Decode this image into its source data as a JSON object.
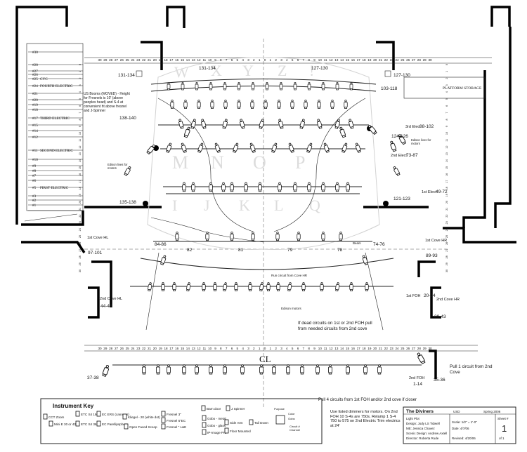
{
  "left_electrics": [
    {
      "ref": "#30",
      "label": ""
    },
    {
      "ref": "#28",
      "label": ""
    },
    {
      "ref": "#27",
      "label": ""
    },
    {
      "ref": "#26",
      "label": ""
    },
    {
      "ref": "#25",
      "label": "CYC"
    },
    {
      "ref": "#24",
      "label": "FOURTH ELECTRIC"
    },
    {
      "ref": "#21",
      "label": ""
    },
    {
      "ref": "#20",
      "label": ""
    },
    {
      "ref": "#19",
      "label": ""
    },
    {
      "ref": "#18",
      "label": ""
    },
    {
      "ref": "#17",
      "label": "THIRD ELECTRIC"
    },
    {
      "ref": "#15",
      "label": ""
    },
    {
      "ref": "#14",
      "label": ""
    },
    {
      "ref": "#12",
      "label": ""
    },
    {
      "ref": "#11",
      "label": "SECOND ELECTRIC"
    },
    {
      "ref": "#10",
      "label": ""
    },
    {
      "ref": "#9",
      "label": ""
    },
    {
      "ref": "#8",
      "label": ""
    },
    {
      "ref": "#7",
      "label": ""
    },
    {
      "ref": "#6",
      "label": ""
    },
    {
      "ref": "#5",
      "label": "FIRST ELECTRIC"
    },
    {
      "ref": "#3",
      "label": ""
    },
    {
      "ref": "#2",
      "label": ""
    },
    {
      "ref": "#1",
      "label": ""
    }
  ],
  "ruler": {
    "top_numbers": [
      "30",
      "29",
      "28",
      "27",
      "26",
      "25",
      "24",
      "23",
      "22",
      "21",
      "20",
      "19",
      "18",
      "17",
      "16",
      "15",
      "14",
      "13",
      "12",
      "11",
      "10",
      "9",
      "8",
      "7",
      "6",
      "5",
      "4",
      "3",
      "2",
      "1",
      "0",
      "1",
      "2",
      "3",
      "4",
      "5",
      "6",
      "7",
      "8",
      "9",
      "10",
      "11",
      "12",
      "13",
      "14",
      "15",
      "16",
      "17",
      "18",
      "19",
      "20",
      "21",
      "22",
      "23",
      "24",
      "25",
      "26",
      "27",
      "28",
      "29",
      "30"
    ],
    "center_mark": "CL"
  },
  "circuit_labels": {
    "top_left": "131-134",
    "top_left_mid": "131-134",
    "top_right_mid": "127-130",
    "top_right": "127-130",
    "elec_upper": "103-118",
    "left_138": "138-140",
    "right_124": "124-126",
    "third_elec": "3rd Elect",
    "third_elec_range": "88-102",
    "second_elec": "2nd Elect",
    "second_elec_range": "73-87",
    "first_elec": "1st Elect",
    "first_elec_range": "49-72",
    "left_135": "135-138",
    "right_121": "121-123",
    "cove_hl_1": "1st Cove HL",
    "cove_hl_1_range": "97-101",
    "cove_hr_1": "1st Cove HR",
    "cove_hr_1_range": "89-93",
    "cove_hl_2": "2nd Cove HL",
    "cove_hl_2_range": "44-48",
    "cove_hr_2": "2nd Cove HR",
    "cove_hr_2_range": "39-43",
    "foh_1": "1st FOH",
    "foh_1_range": "20-34",
    "foh_2": "2nd FOH",
    "foh_2_range": "1-14",
    "left_3738": "37-38",
    "right_3536": "35-36",
    "beam_left": "84-86",
    "beam_82": "82",
    "beam_81": "81",
    "beam_79": "79",
    "beam_78": "78",
    "beam_right": "74-76",
    "beam_label": "Beam"
  },
  "notes": {
    "platform_storage": "PLATFORM STORAGE",
    "us_booms": "US Booms (MOVED) - Height for Fresnels is 10' (above peoples head) and S-4 at convenient ht above fresnel and J-Spinner",
    "edison_left": "Edison lives for motors",
    "edison_right": "Edison lives for motors",
    "dead_circuits": "If dead circuits on 1st or 2nd FOH pull from  needed circuits from 2nd cove",
    "pull_one": "Pull 1 circuit from 2nd Cove",
    "pull_four": "Pull 4 circuits from 1st FOH and/or 2nd cove if closer",
    "dimmers": "Use listed dimmers for motors. On 2nd FOH 10 S-4s are 750s. Relamp 1 S-4 750 to 575 on 2nd Electric Trim electrics at 24'",
    "run_circuit": "Run circuit from Cove HR",
    "edison_center": "Edison motors"
  },
  "key": {
    "title": "Instrument Key",
    "items": [
      "CCT Zoom",
      "Mini E 30 or 40",
      "ETC S4 19",
      "ETC S4 36",
      "EC ERS (cannons)",
      "EC Parellipsphere",
      "Kliegel - 20 (white dot)",
      "Open Faced Scoop",
      "Fresnel 3\"",
      "Fresnel 6\"EC",
      "Fresnel \" L&E",
      "Barn door",
      "Gobo - metal",
      "Gobo - glass",
      "IP-Image Pro",
      "J Spinner",
      "Side Arm",
      "Floor Mounted",
      "Tail Down"
    ],
    "legend_callouts": [
      "Purpose",
      "Color",
      "Gobo",
      "Circuit #",
      "Channel"
    ]
  },
  "title_block": {
    "show": "The Diviners",
    "school": "USD",
    "term": "Spring 2006",
    "plot": "Light Plot",
    "design": "Design: Jody LS Tidwell",
    "me": "ME: Jessica Chavez",
    "scenic": "Scenic Design: Andrew Axtell",
    "director": "Director: Roberta Rude",
    "scale": "Scale: 1/2\" = 1'-0\"",
    "date": "Date: 4/7/06",
    "revised": "Revised: 4/20/06",
    "sheet_label": "Sheet #",
    "sheet_num": "1",
    "sheet_of": "of 1"
  }
}
